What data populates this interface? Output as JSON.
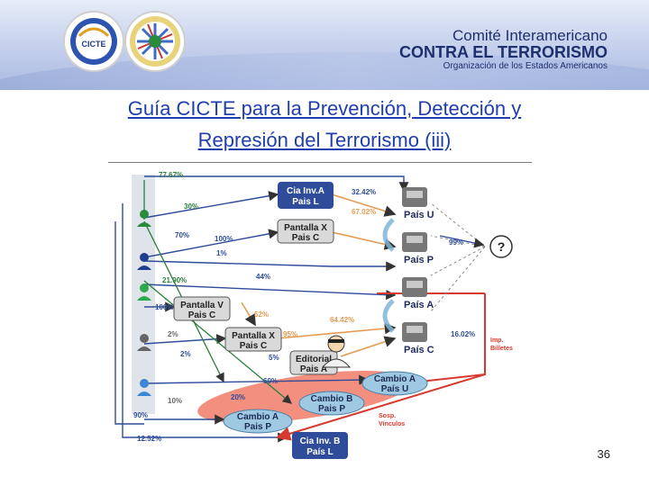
{
  "header": {
    "org_line1": "Comité Interamericano",
    "org_line2": "CONTRA EL TERRORISMO",
    "org_line3": "Organización de los Estados Americanos",
    "logo_text": "CICTE",
    "colors": {
      "title": "#1f3fae",
      "org": "#1e2f6e",
      "accent_red": "#d63a2f",
      "accent_blue": "#2e4c9a"
    }
  },
  "slide": {
    "title_line1": "Guía CICTE para la Prevención, Detección y",
    "title_line2": "Represión del Terrorismo (iii)",
    "page_number": "36"
  },
  "diagram": {
    "nodes": {
      "cia_a": [
        "Cia Inv.A",
        "Pais L"
      ],
      "pantalla_x_c": [
        "Pantalla X",
        "Pais C"
      ],
      "pantalla_v": [
        "Pantalla V",
        "Pais C"
      ],
      "pantalla_x2": [
        "Pantalla X",
        "Pais C"
      ],
      "editorial": [
        "Editorial",
        "Pais A"
      ],
      "cambio_a_u": [
        "Cambio A",
        "País U"
      ],
      "cambio_b": [
        "Cambio B",
        "Pais P"
      ],
      "cambio_a_p": [
        "Cambio A",
        "Pais P"
      ],
      "cia_b": [
        "Cia Inv. B",
        "País L"
      ],
      "pais_u": "País U",
      "pais_p": "País P",
      "pais_a": "País A",
      "pais_c": "País C",
      "unknown": "?"
    },
    "labels": {
      "p7767": "77.67%",
      "p30": "30%",
      "p3242": "32.42%",
      "p6702": "67.02%",
      "p70": "70%",
      "p100a": "100%",
      "p1": "1%",
      "p99": "99%",
      "p2190": "21.90%",
      "p44": "44%",
      "p100b": "100%",
      "p52": "52%",
      "p6442": "64.42%",
      "p2a": "2%",
      "p95": "95%",
      "p1602": "16.02%",
      "p2b": "2%",
      "p5": "5%",
      "p60": "60%",
      "p10": "10%",
      "p20": "20%",
      "p90": "90%",
      "p1252": "12.52%",
      "imp": [
        "Imp.",
        "Billetes"
      ],
      "sosp": [
        "Sosp.",
        "Vínculos"
      ]
    }
  }
}
